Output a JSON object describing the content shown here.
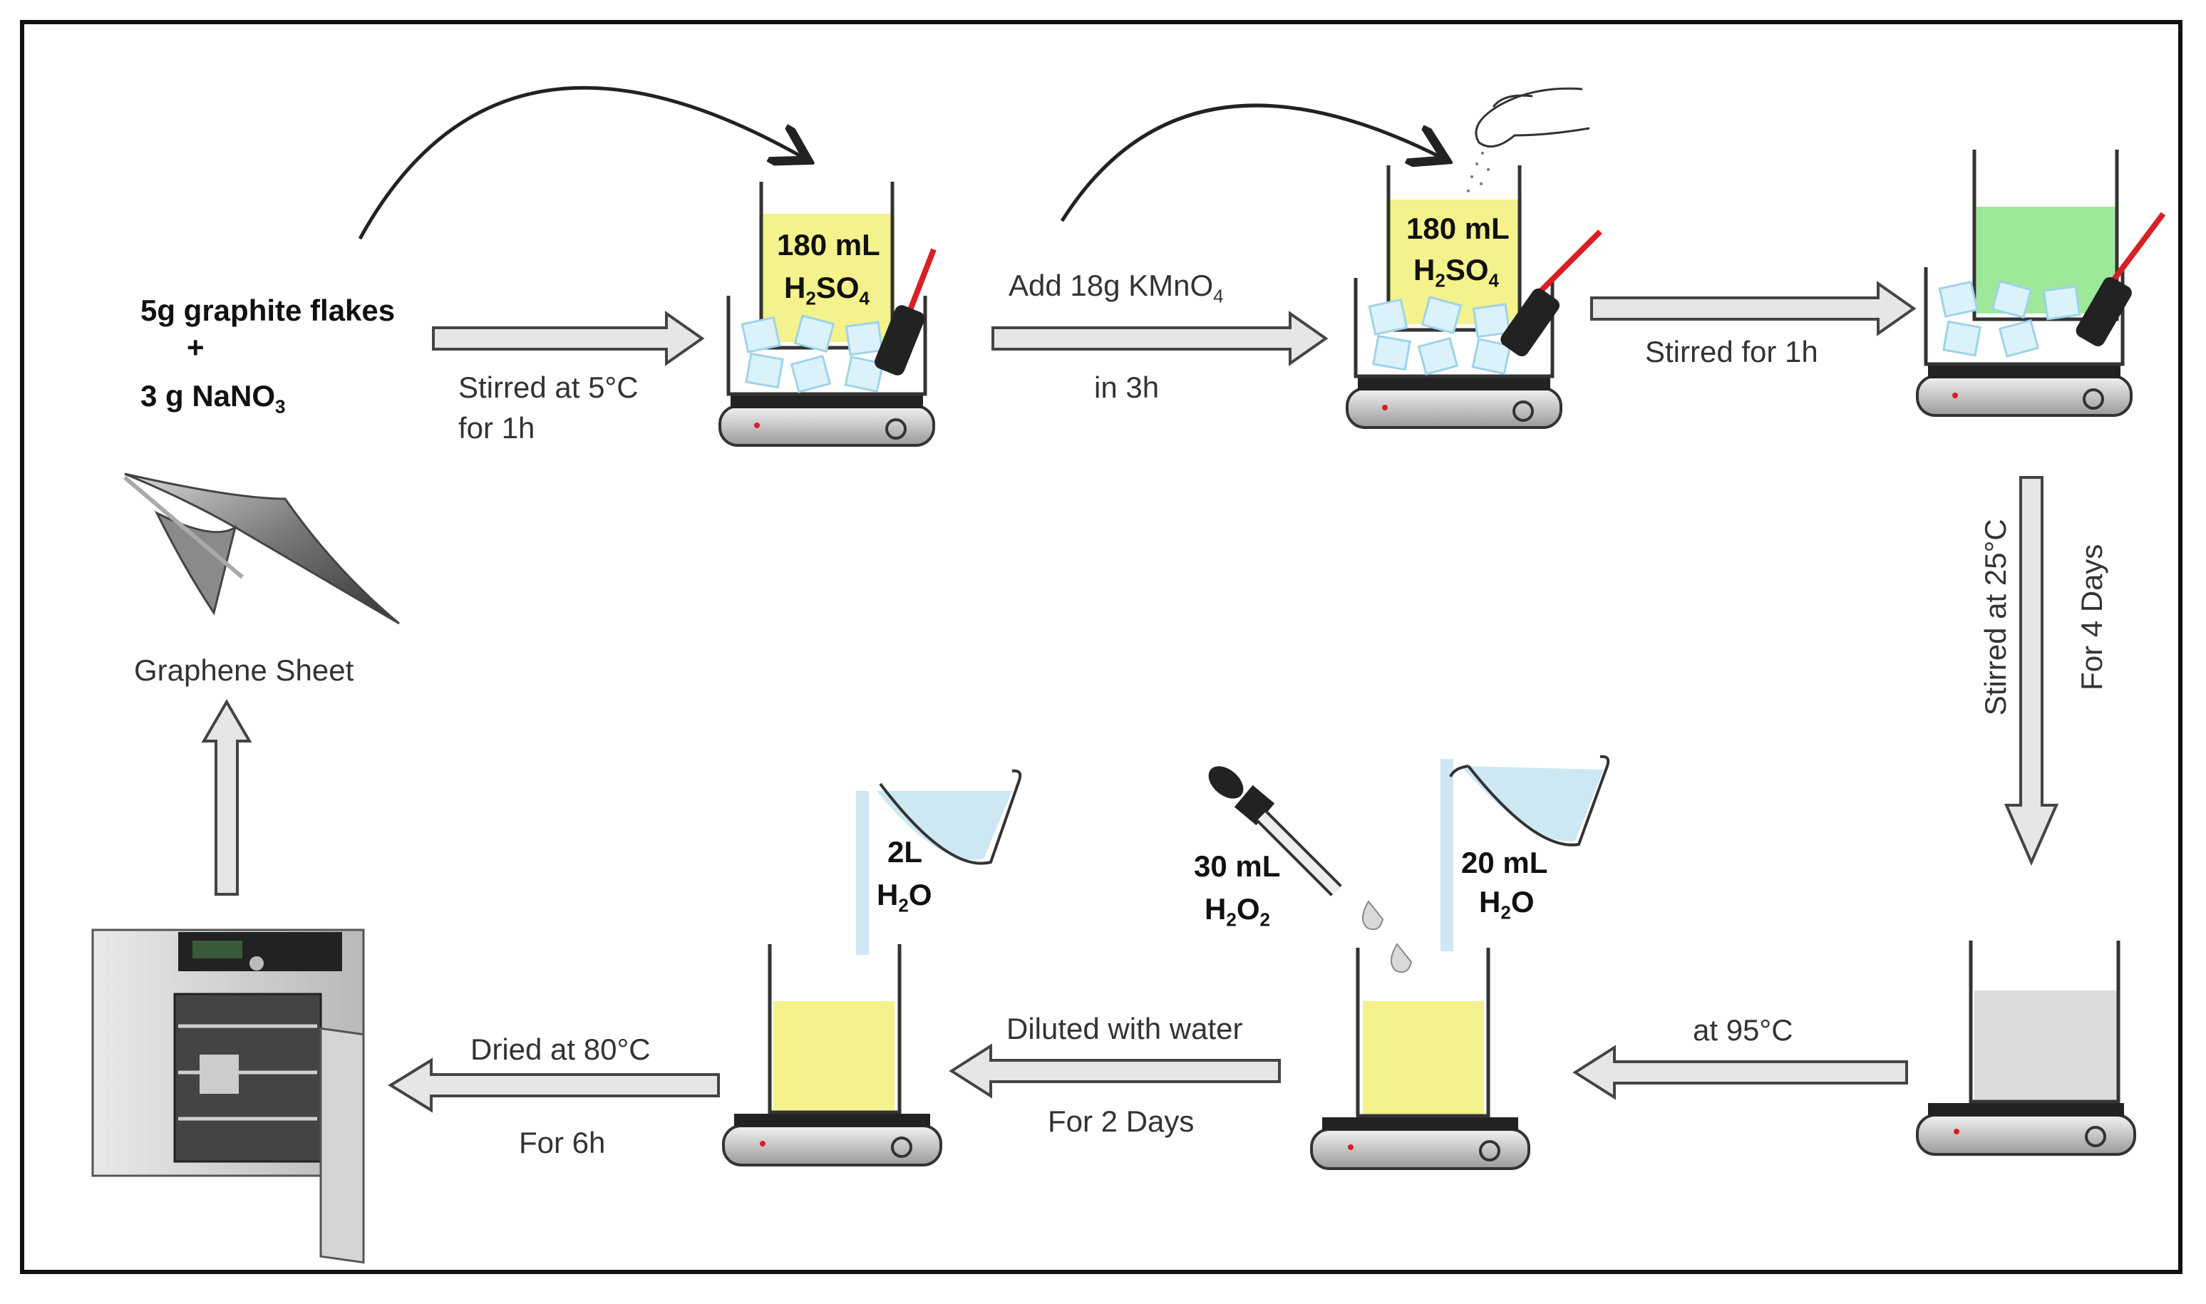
{
  "labels": {
    "reagents_line1": "5g graphite flakes",
    "reagents_plus": "+",
    "reagents_line2": "3 g NaNO",
    "reagents_line2_sub": "3",
    "step1_line1": "Stirred at 5°C",
    "step1_line2": "for 1h",
    "beaker1_vol": "180 mL",
    "beaker1_chem": "H",
    "beaker1_chem_sub1": "2",
    "beaker1_chem_mid": "SO",
    "beaker1_chem_sub2": "4",
    "step2_line1": "Add 18g KMnO",
    "step2_line1_sub": "4",
    "step2_line2": "in 3h",
    "beaker2_vol": "180 mL",
    "beaker2_chem": "H",
    "beaker2_chem_sub1": "2",
    "beaker2_chem_mid": "SO",
    "beaker2_chem_sub2": "4",
    "step3": "Stirred for 1h",
    "step4_line1": "Stirred at 25°C",
    "step4_line2": "For 4 Days",
    "step5": "at 95°C",
    "peroxide_vol": "30 mL",
    "peroxide_chem": "H",
    "peroxide_chem_sub1": "2",
    "peroxide_chem_mid": "O",
    "peroxide_chem_sub2": "2",
    "water1_vol": "20 mL",
    "water1_chem": "H",
    "water1_chem_sub": "2",
    "water1_chem_end": "O",
    "step6_line1": "Diluted with water",
    "step6_line2": "For 2 Days",
    "water2_vol": "2L",
    "water2_chem": "H",
    "water2_chem_sub": "2",
    "water2_chem_end": "O",
    "step7_line1": "Dried at 80°C",
    "step7_line2": "For 6h",
    "product": "Graphene Sheet"
  },
  "colors": {
    "acid_yellow": "#f3f28c",
    "green_solution": "#9ee89a",
    "grey_solution": "#dcdcdc",
    "water_blue": "#cde8f3",
    "ice_blue": "#dcf2fb",
    "thermometer_red": "#d81f26",
    "arrow_fill": "#e6e6e6"
  }
}
